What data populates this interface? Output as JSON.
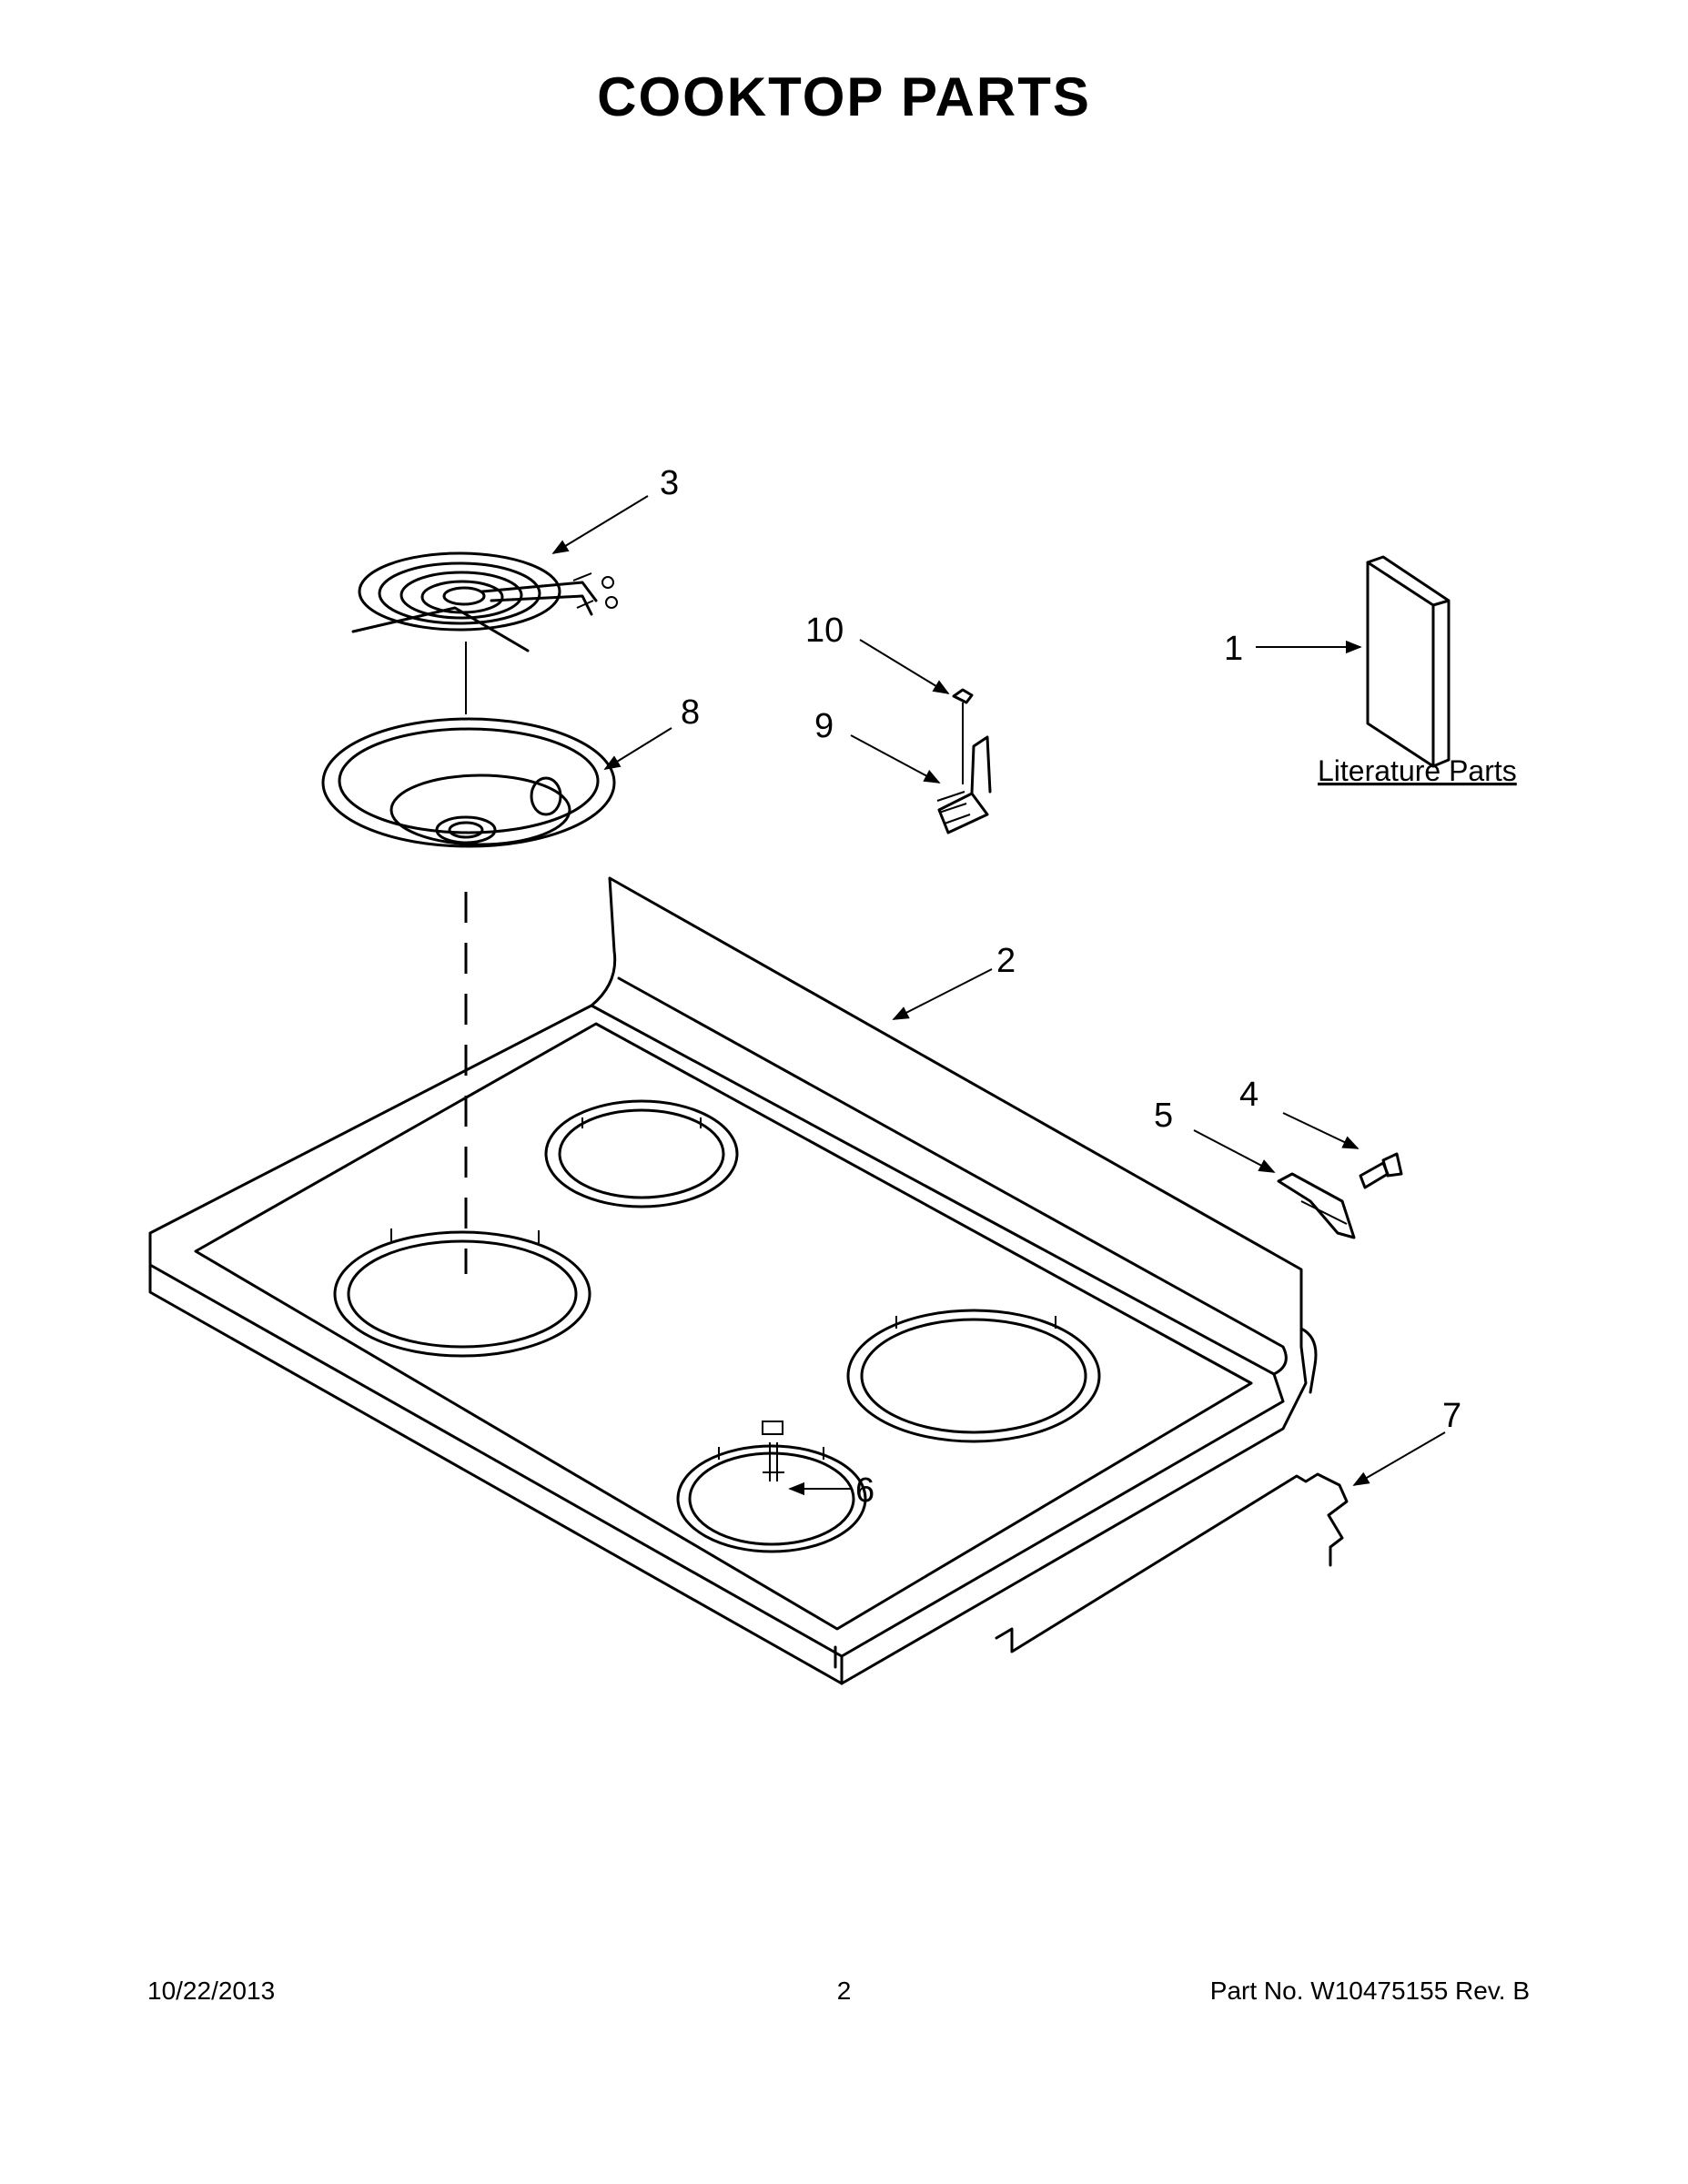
{
  "title": "COOKTOP PARTS",
  "callouts": {
    "c1": "1",
    "c2": "2",
    "c3": "3",
    "c4": "4",
    "c5": "5",
    "c6": "6",
    "c7": "7",
    "c8": "8",
    "c9": "9",
    "c10": "10"
  },
  "literature_label": "Literature Parts",
  "footer": {
    "date": "10/22/2013",
    "page": "2",
    "part_no": "Part No.  W10475155  Rev.  B"
  }
}
